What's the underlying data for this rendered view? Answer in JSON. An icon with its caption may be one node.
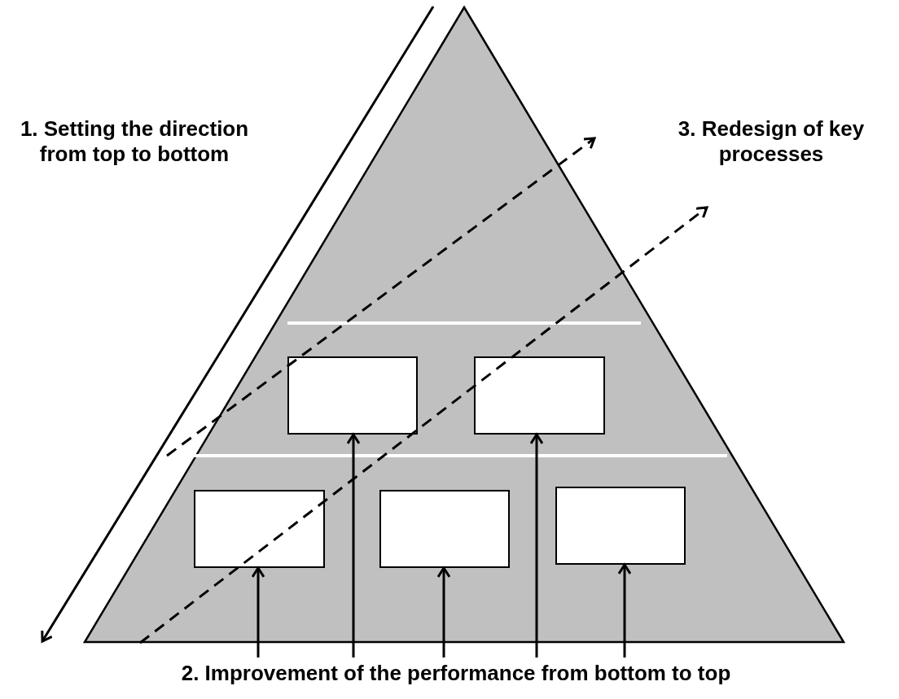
{
  "diagram": {
    "nodes": [
      {
        "text": [],
        "shape": "triangle"
      },
      {
        "text": [],
        "shape": "box",
        "in": 0
      },
      {
        "text": [],
        "shape": "box",
        "in": 0
      },
      {
        "text": [],
        "shape": "box",
        "in": 0
      },
      {
        "text": [],
        "shape": "box",
        "in": 0
      },
      {
        "text": [],
        "shape": "box",
        "in": 0
      }
    ],
    "edges": [
      {
        "from": null,
        "to": 3,
        "arrow": "to"
      },
      {
        "from": null,
        "to": 1,
        "arrow": "to"
      },
      {
        "from": null,
        "to": 4,
        "arrow": "to"
      },
      {
        "from": null,
        "to": 2,
        "arrow": "to"
      },
      {
        "from": null,
        "to": 5,
        "arrow": "to"
      }
    ],
    "labels": [
      "1. Setting the direction from top to bottom",
      "3. Redesign of key processes",
      "2. Improvement of the performance from bottom to top"
    ]
  }
}
